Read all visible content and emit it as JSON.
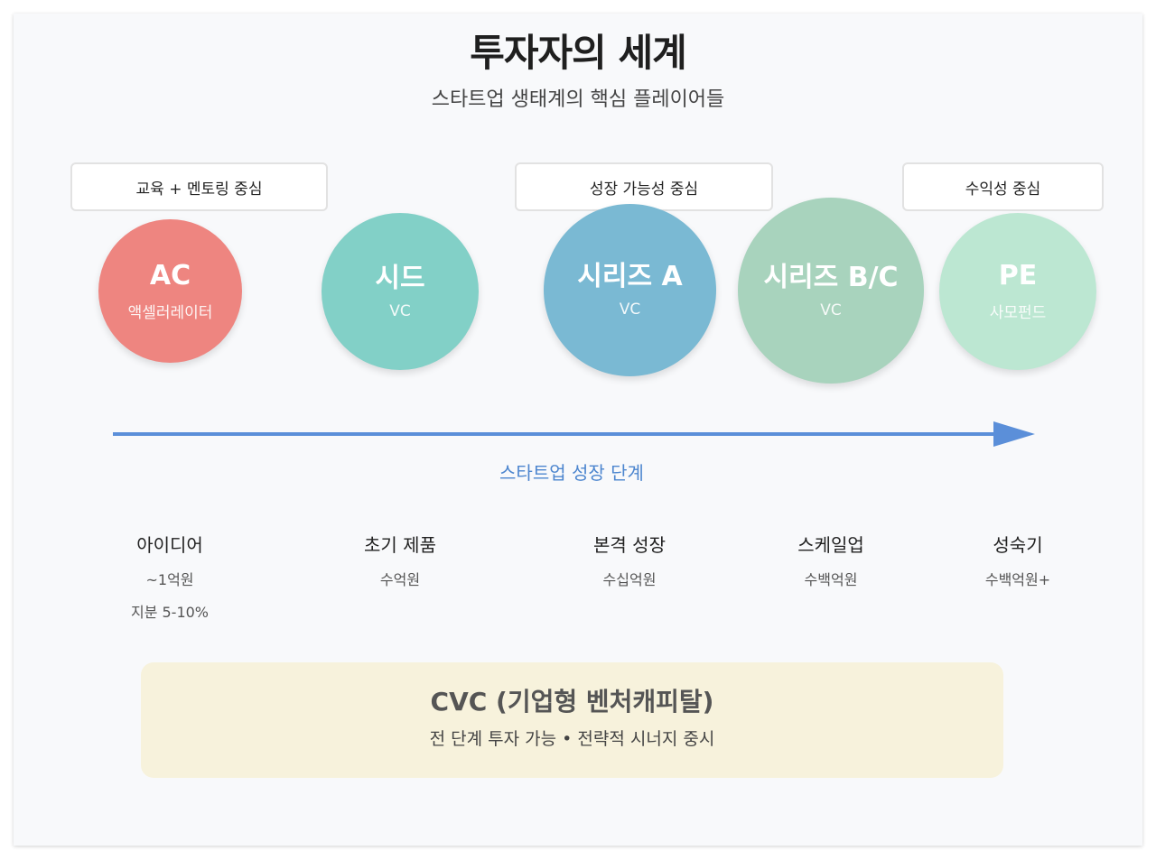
{
  "header": {
    "title": "투자자의 세계",
    "subtitle": "스타트업 생태계의 핵심 플레이어들"
  },
  "tags": [
    {
      "label": "교육 + 멘토링 중심"
    },
    {
      "label": "성장 가능성 중심"
    },
    {
      "label": "수익성 중심"
    }
  ],
  "investors": [
    {
      "name": "AC",
      "sub": "액셀러레이터",
      "color": "#ee8580"
    },
    {
      "name": "시드",
      "sub": "VC",
      "color": "#82d0c7"
    },
    {
      "name": "시리즈 A",
      "sub": "VC",
      "color": "#7ab9d3"
    },
    {
      "name": "시리즈 B/C",
      "sub": "VC",
      "color": "#a8d3bd"
    },
    {
      "name": "PE",
      "sub": "사모펀드",
      "color": "#bce7d2"
    }
  ],
  "axis": {
    "label": "스타트업 성장 단계",
    "color": "#5b8fd9"
  },
  "stages": [
    {
      "name": "아이디어",
      "amount": "~1억원",
      "equity": "지분 5-10%"
    },
    {
      "name": "초기 제품",
      "amount": "수억원"
    },
    {
      "name": "본격 성장",
      "amount": "수십억원"
    },
    {
      "name": "스케일업",
      "amount": "수백억원"
    },
    {
      "name": "성숙기",
      "amount": "수백억원+"
    }
  ],
  "cvc": {
    "title": "CVC (기업형 벤처캐피탈)",
    "description": "전 단계 투자 가능 • 전략적 시너지 중시",
    "color": "#f7f2dc"
  }
}
